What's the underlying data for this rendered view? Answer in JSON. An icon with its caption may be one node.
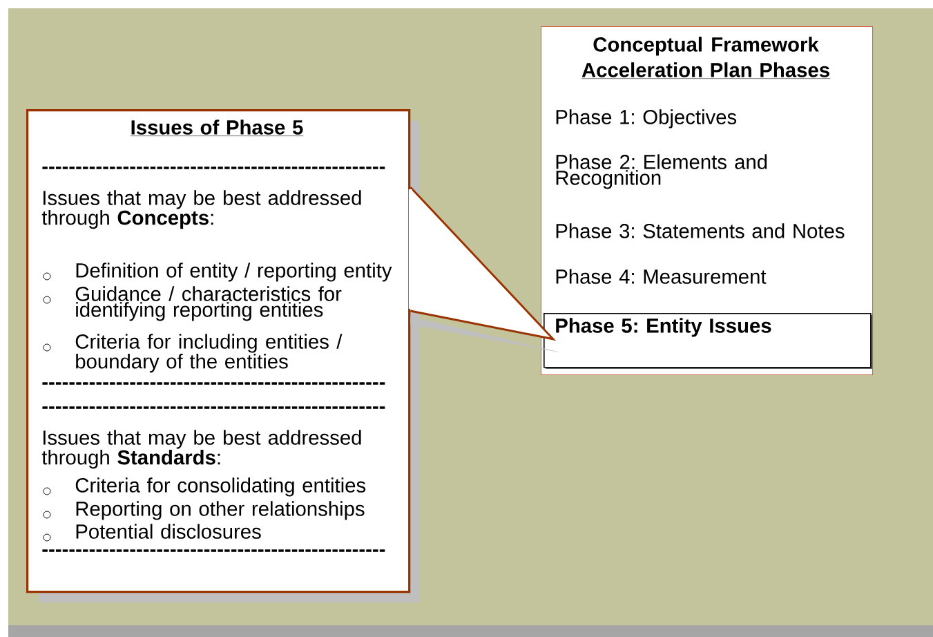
{
  "diagram": {
    "nodes": [
      {
        "text": [
          "Conceptual Framework",
          "Acceleration Plan Phases",
          "Phase 1:  Objectives",
          "Phase 2:  Elements and Recognition",
          "Phase 3:  Statements and Notes",
          "Phase 4:  Measurement"
        ]
      },
      {
        "text": [
          "Phase 5:  Entity Issues"
        ],
        "in": 0
      },
      {
        "text": [
          "Issues of Phase 5",
          "---------------------------------------------------",
          "Issues that may be best addressed through **Concepts**:",
          "Definition of entity / reporting entity",
          "Guidance / characteristics for identifying reporting entities",
          "Criteria for including entities / boundary of the entities",
          "---------------------------------------------------",
          "---------------------------------------------------",
          "Issues that may be best addressed through **Standards**:",
          "Criteria for consolidating entities",
          "Reporting on other relationships",
          "Potential disclosures",
          "---------------------------------------------------"
        ]
      }
    ],
    "edges": [
      {
        "from": 2,
        "to": 1,
        "arrow": "none"
      }
    ]
  }
}
